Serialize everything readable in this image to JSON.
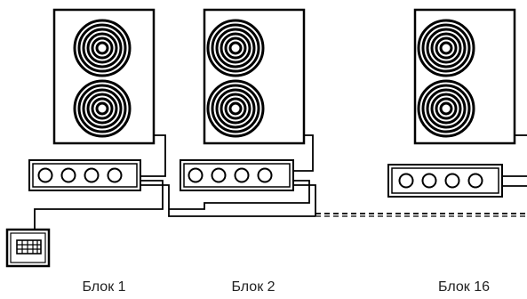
{
  "diagram": {
    "units": [
      {
        "label": "Блок 1"
      },
      {
        "label": "Блок 2"
      },
      {
        "label": "Блок 16"
      }
    ],
    "colors": {
      "line": "#000000",
      "background": "#ffffff"
    },
    "icons": {
      "fan": "fan-icon",
      "controller": "controller-icon",
      "remote_controller": "remote-controller-icon"
    }
  }
}
